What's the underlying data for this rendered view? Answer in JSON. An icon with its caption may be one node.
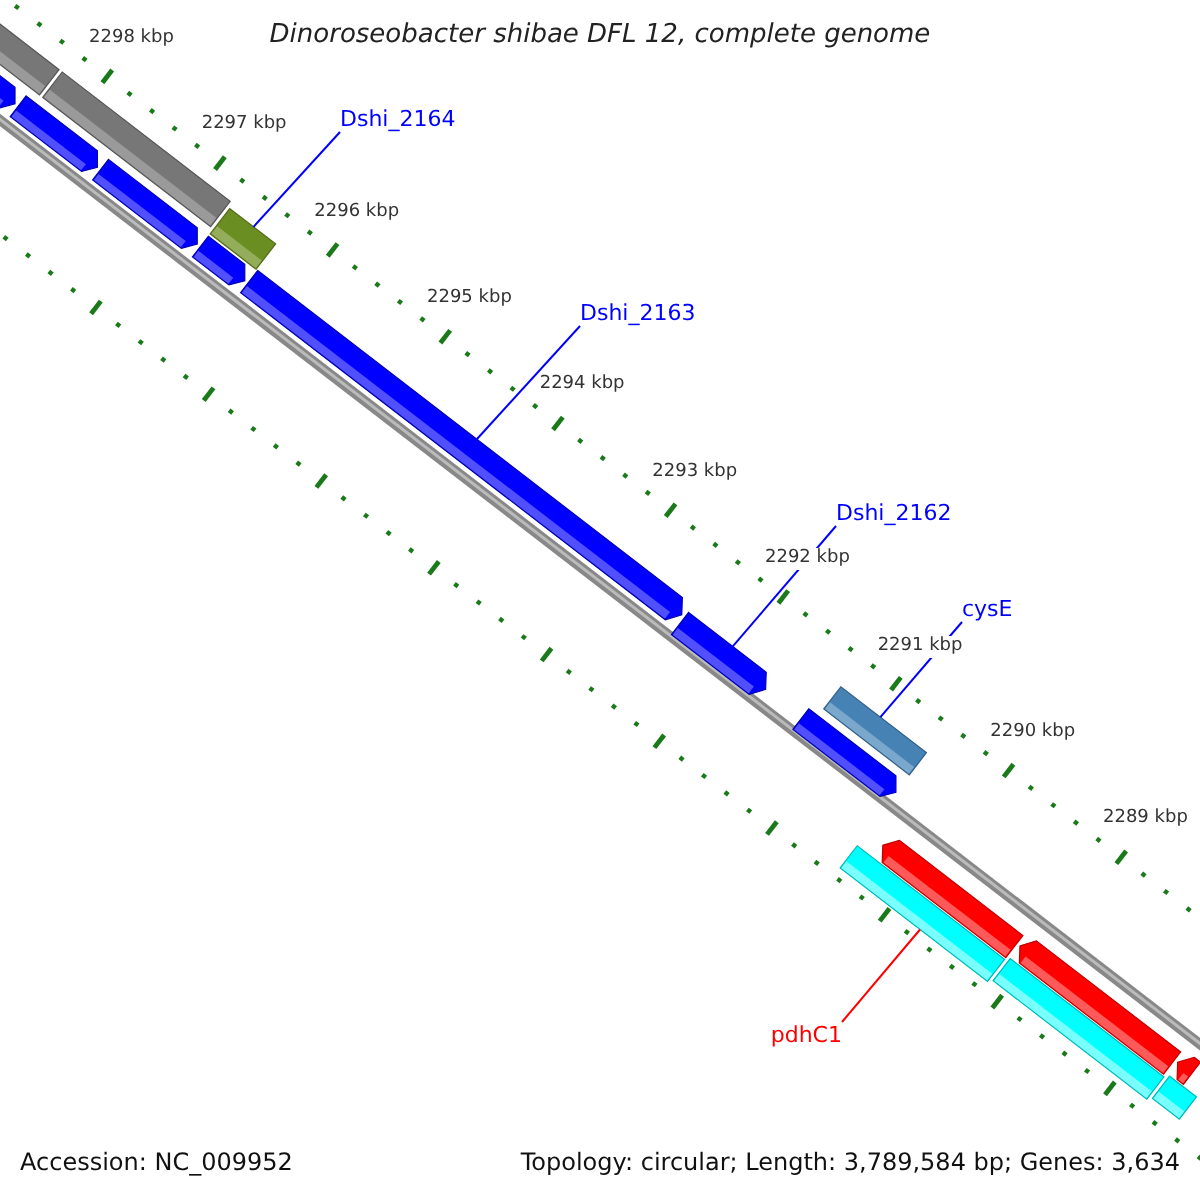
{
  "diagram": {
    "title": "Dinoroseobacter shibae DFL 12, complete genome",
    "nodes": [
      {
        "text": [],
        "shape": "bar"
      },
      {
        "text": [],
        "shape": "bar"
      },
      {
        "text": [],
        "shape": "arrow"
      },
      {
        "text": [],
        "shape": "arrow"
      },
      {
        "text": [],
        "shape": "arrow"
      },
      {
        "text": [
          "Dshi_2164"
        ]
      },
      {
        "text": [],
        "shape": "bar"
      },
      {
        "text": [],
        "shape": "arrow"
      },
      {
        "text": [
          "Dshi_2163"
        ]
      },
      {
        "text": [],
        "shape": "arrow"
      },
      {
        "text": [
          "Dshi_2162"
        ]
      },
      {
        "text": [],
        "shape": "arrow"
      },
      {
        "text": [
          "cysE"
        ]
      },
      {
        "text": [],
        "shape": "bar"
      },
      {
        "text": [],
        "shape": "arrow"
      },
      {
        "text": [],
        "shape": "bar"
      },
      {
        "text": [
          "pdhC1"
        ]
      },
      {
        "text": [],
        "shape": "arrow"
      },
      {
        "text": [],
        "shape": "arrow"
      },
      {
        "text": [],
        "shape": "bar"
      },
      {
        "text": [],
        "shape": "arrow"
      },
      {
        "text": [],
        "shape": "bar"
      }
    ],
    "edges": [
      {
        "from": 5,
        "to": 6,
        "arrow": "none"
      },
      {
        "from": 8,
        "to": 9,
        "arrow": "none"
      },
      {
        "from": 10,
        "to": 11,
        "arrow": "none"
      },
      {
        "from": 12,
        "to": 13,
        "arrow": "none"
      },
      {
        "from": 16,
        "to": 15,
        "arrow": "none",
        "color": "#ff0000"
      }
    ],
    "labels": [
      "2298 kbp",
      "2297 kbp",
      "2296 kbp",
      "2295 kbp",
      "2294 kbp",
      "2293 kbp",
      "2292 kbp",
      "2291 kbp",
      "2290 kbp",
      "2289 kbp",
      "Accession: NC_009952",
      "Topology: circular; Length: 3,789,584 bp; Genes: 3,634"
    ]
  }
}
